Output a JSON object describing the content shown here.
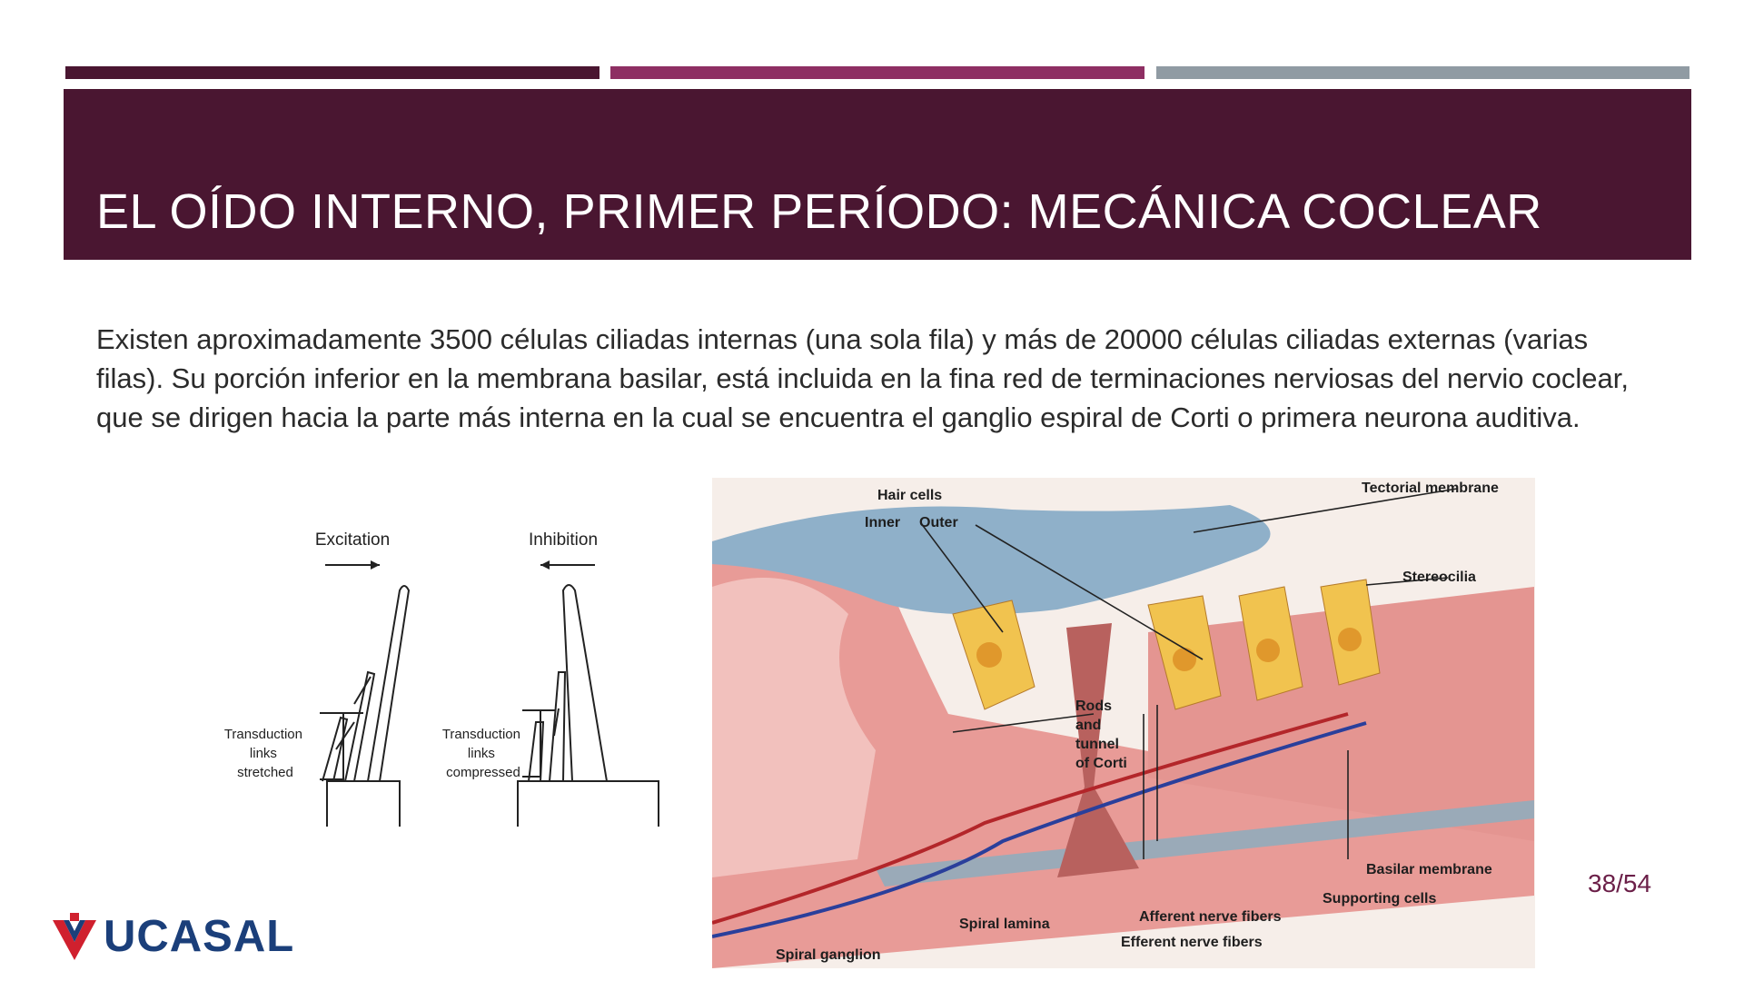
{
  "slide": {
    "title": "EL OÍDO INTERNO, PRIMER PERÍODO: MECÁNICA COCLEAR",
    "body": "Existen aproximadamente 3500 células ciliadas internas (una sola fila) y más de 20000 células ciliadas externas (varias filas). Su porción inferior en la membrana basilar, está incluida en la fina red de terminaciones nerviosas del nervio coclear, que se dirigen hacia la parte más interna en la cual se encuentra el ganglio espiral de Corti o primera neurona auditiva.",
    "page_number": "38/54"
  },
  "colors": {
    "title_band": "#4a1631",
    "bar_dark": "#4a1631",
    "bar_magenta": "#8e2f63",
    "bar_gray": "#909ba3",
    "page_number": "#6b1f48",
    "logo_blue": "#1b3f7a",
    "logo_red": "#d0202e"
  },
  "figure_left": {
    "excitation_label": "Excitation",
    "inhibition_label": "Inhibition",
    "transduction_stretched": [
      "Transduction",
      "links",
      "stretched"
    ],
    "transduction_compressed": [
      "Transduction",
      "links",
      "compressed"
    ]
  },
  "figure_right": {
    "hair_cells": "Hair cells",
    "inner": "Inner",
    "outer": "Outer",
    "tectorial_membrane": "Tectorial membrane",
    "stereocilia": "Stereocilia",
    "rods_tunnel": [
      "Rods",
      "and",
      "tunnel",
      "of Corti"
    ],
    "basilar_membrane": "Basilar membrane",
    "supporting_cells": "Supporting cells",
    "afferent": "Afferent nerve fibers",
    "efferent": "Efferent nerve fibers",
    "spiral_lamina": "Spiral lamina",
    "spiral_ganglion": "Spiral ganglion"
  },
  "logo": {
    "text": "UCASAL",
    "icon": "ucasal-shield-icon"
  }
}
